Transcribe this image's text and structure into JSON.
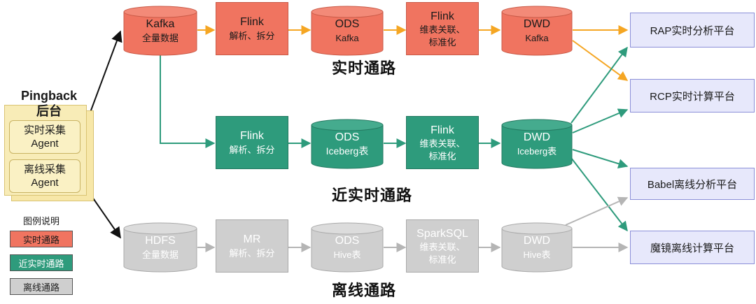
{
  "source": {
    "title_line1": "Pingback",
    "title_line2": "后台",
    "agent_rt_line1": "实时采集",
    "agent_rt_line2": "Agent",
    "agent_off_line1": "离线采集",
    "agent_off_line2": "Agent"
  },
  "lanes": {
    "realtime": {
      "title": "实时通路",
      "nodes": [
        {
          "l1": "Kafka",
          "l2": "全量数据"
        },
        {
          "l1": "Flink",
          "l2": "解析、拆分"
        },
        {
          "l1": "ODS",
          "l2": "Kafka"
        },
        {
          "l1": "Flink",
          "l2": "维表关联、",
          "l3": "标准化"
        },
        {
          "l1": "DWD",
          "l2": "Kafka"
        }
      ]
    },
    "near_realtime": {
      "title": "近实时通路",
      "nodes": [
        {
          "l1": "Flink",
          "l2": "解析、拆分"
        },
        {
          "l1": "ODS",
          "l2": "Iceberg表"
        },
        {
          "l1": "Flink",
          "l2": "维表关联、",
          "l3": "标准化"
        },
        {
          "l1": "DWD",
          "l2": "Iceberg表"
        }
      ]
    },
    "offline": {
      "title": "离线通路",
      "nodes": [
        {
          "l1": "HDFS",
          "l2": "全量数据"
        },
        {
          "l1": "MR",
          "l2": "解析、拆分"
        },
        {
          "l1": "ODS",
          "l2": "Hive表"
        },
        {
          "l1": "SparkSQL",
          "l2": "维表关联、",
          "l3": "标准化"
        },
        {
          "l1": "DWD",
          "l2": "Hive表"
        }
      ]
    }
  },
  "targets": [
    "RAP实时分析平台",
    "RCP实时计算平台",
    "Babel离线分析平台",
    "魔镜离线计算平台"
  ],
  "legend": {
    "title": "图例说明",
    "items": [
      "实时通路",
      "近实时通路",
      "离线通路"
    ]
  },
  "colors": {
    "realtime": "#f07460",
    "near_realtime": "#2e9b7c",
    "offline": "#cfcfcf",
    "realtime_arrow": "#f5a623",
    "near_realtime_arrow": "#2e9b7c",
    "offline_arrow": "#b5b5b5",
    "target_fill": "#e7e8fb",
    "source_fill": "#f7e7a8"
  }
}
